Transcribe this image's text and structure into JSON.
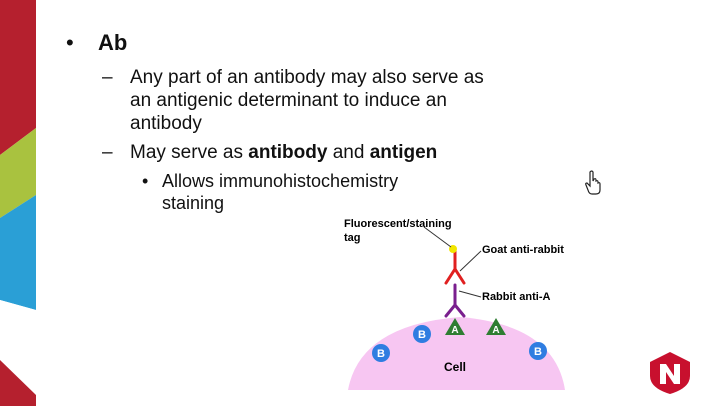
{
  "slide": {
    "bullet1": "Ab",
    "sub1": "Any part of an antibody may also serve as an antigenic determinant to induce an antibody",
    "sub2_prefix": "May serve as ",
    "sub2_bold1": "antibody",
    "sub2_mid": " and ",
    "sub2_bold2": "antigen",
    "subsub1": "Allows immunohistochemistry staining",
    "dash": "–",
    "dot": "•"
  },
  "diagram": {
    "label_tag_line1": "Fluorescent/staining",
    "label_tag_line2": "tag",
    "label_goat": "Goat anti-rabbit",
    "label_rabbit": "Rabbit anti-A",
    "label_cell": "Cell",
    "antigen_a": "A",
    "antigen_b": "B"
  },
  "colors": {
    "band_red": "#b5202e",
    "band_lime": "#a9c23f",
    "band_blue": "#2a9fd6",
    "cell_pink": "#f7c6f2",
    "antigen_a_green": "#2e7d32",
    "antigen_b_blue": "#2f7de1",
    "goat_red": "#e02020",
    "rabbit_purple": "#7a1f8e",
    "tag_yellow": "#f2e600"
  }
}
